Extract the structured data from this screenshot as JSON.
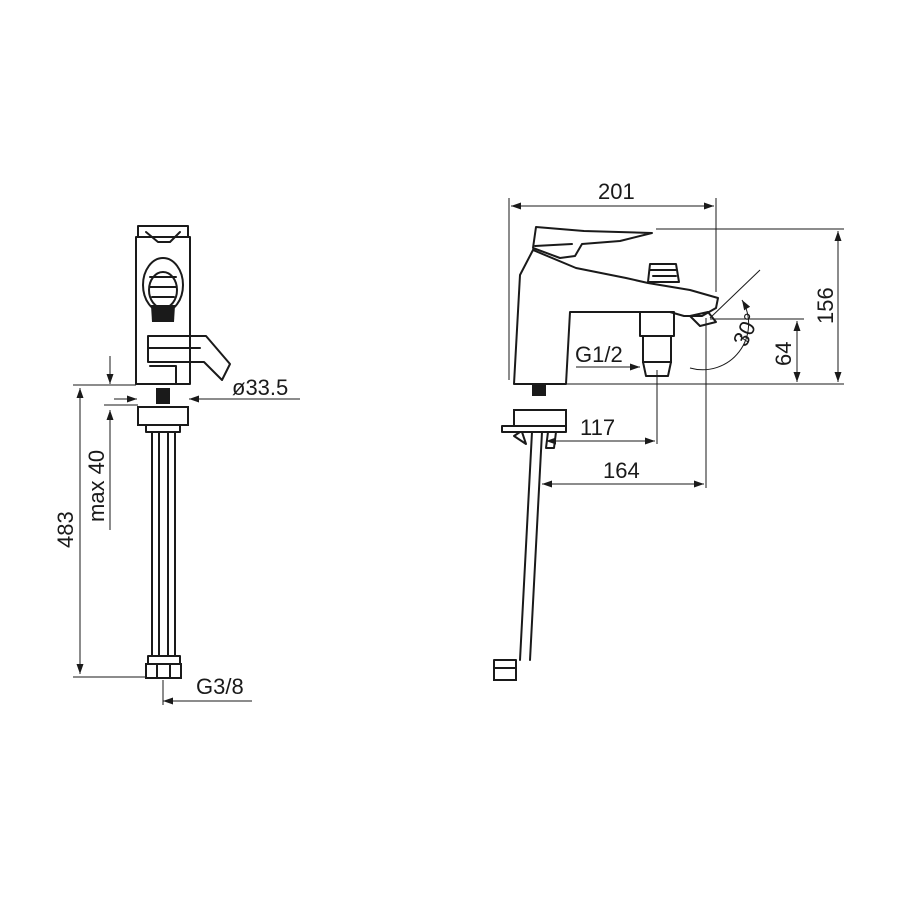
{
  "drawing": {
    "dimensions": {
      "diameter": "ø33.5",
      "max_thickness": "max 40",
      "total_hose_length": "483",
      "hose_thread": "G3/8",
      "overall_length": "201",
      "overall_height": "156",
      "outlet_height": "64",
      "spout_angle": "30°",
      "outlet_thread": "G1/2",
      "outlet_offset": "117",
      "spout_reach": "164"
    }
  }
}
